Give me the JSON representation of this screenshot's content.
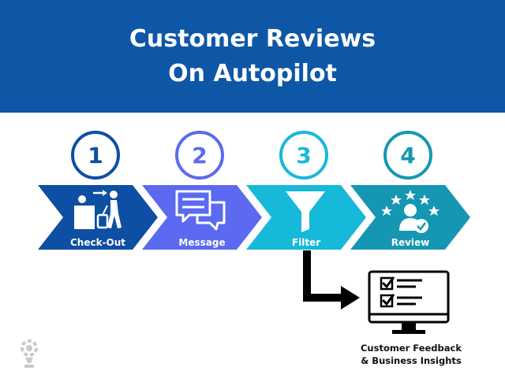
{
  "header": {
    "title_line1": "Customer Reviews",
    "title_line2": "On Autopilot"
  },
  "colors": {
    "header_bg": "#0d57a6",
    "step1": "#0d4fa3",
    "step2": "#5b6af0",
    "step3": "#17b9d9",
    "step4": "#1597b3"
  },
  "steps": [
    {
      "number": "1",
      "label": "Check-Out",
      "icon": "checkout-icon"
    },
    {
      "number": "2",
      "label": "Message",
      "icon": "chat-bubbles-icon"
    },
    {
      "number": "3",
      "label": "Filter",
      "icon": "funnel-icon"
    },
    {
      "number": "4",
      "label": "Review",
      "icon": "star-rating-user-icon"
    }
  ],
  "output": {
    "line1": "Customer Feedback",
    "line2": "& Business Insights",
    "icon": "monitor-checklist-icon"
  }
}
